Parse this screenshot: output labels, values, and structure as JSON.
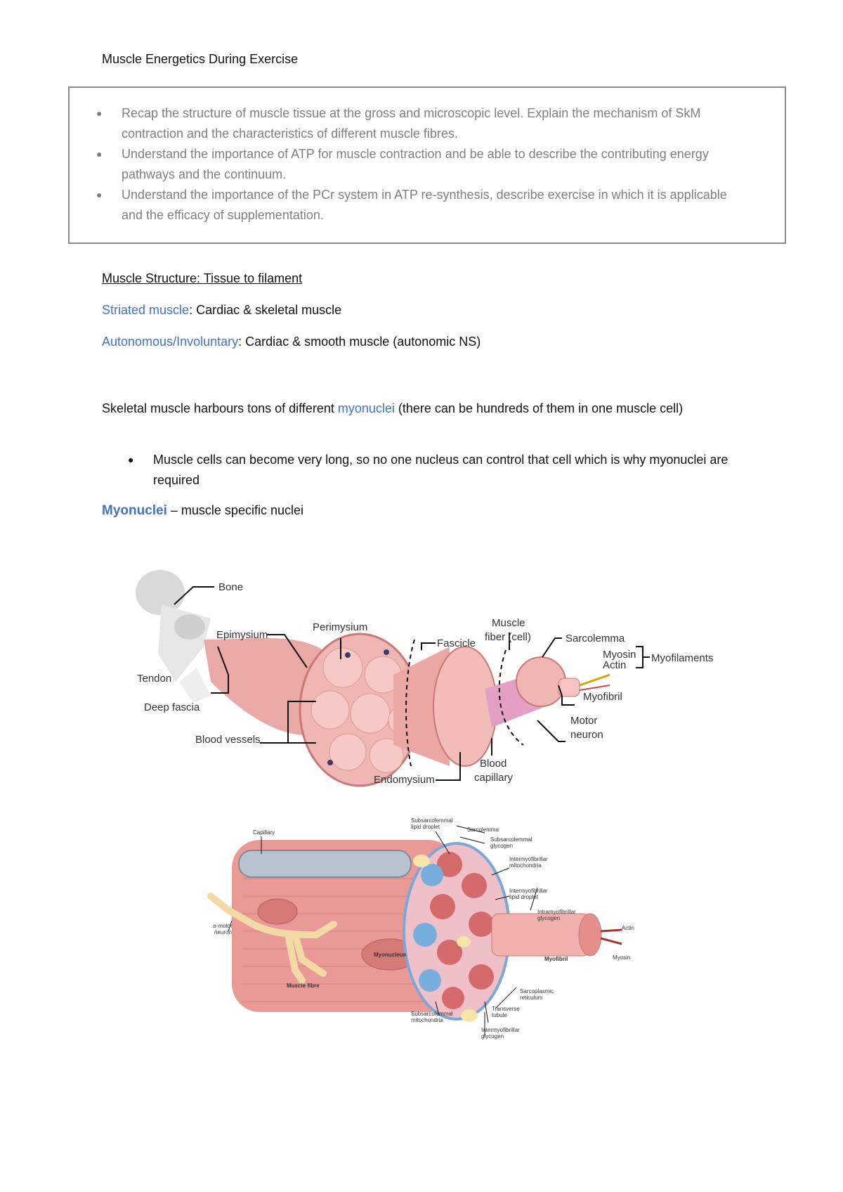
{
  "title": "Muscle Energetics During Exercise",
  "objectives": [
    "Recap the structure of muscle tissue at the gross and microscopic level. Explain the mechanism of SkM contraction and the characteristics of different muscle fibres.",
    "Understand the importance of ATP for muscle contraction and be able to describe the contributing energy pathways and the continuum.",
    "Understand the importance of the PCr system in ATP re-synthesis, describe exercise in which it is applicable and the efficacy of supplementation."
  ],
  "section_heading": "Muscle Structure: Tissue to filament ",
  "striated": {
    "term": "Striated muscle",
    "text": ": Cardiac & skeletal muscle"
  },
  "autonomous": {
    "term": "Autonomous/Involuntary",
    "text": ": Cardiac & smooth muscle (autonomic NS)"
  },
  "skeletal": {
    "before": "Skeletal muscle harbours tons of different ",
    "term": "myonuclei",
    "after": " (there can be hundreds of them in one muscle cell)"
  },
  "bullet_note": "Muscle cells can become very long, so no one nucleus can control that cell which is why myonuclei are required",
  "myonuclei_def": {
    "term": "Myonuclei",
    "text": " – muscle specific nuclei"
  },
  "figure1_labels": {
    "bone": "Bone",
    "epimysium": "Epimysium",
    "perimysium": "Perimysium",
    "fascicle": "Fascicle",
    "muscle_fiber_1": "Muscle",
    "muscle_fiber_2": "fiber (cell)",
    "sarcolemma": "Sarcolemma",
    "myosin": "Myosin",
    "actin": "Actin",
    "myofilaments": "Myofilaments",
    "myofibril": "Myofibril",
    "tendon": "Tendon",
    "deep_fascia": "Deep fascia",
    "blood_vessels": "Blood vessels",
    "endomysium": "Endomysium",
    "blood_capillary_1": "Blood",
    "blood_capillary_2": "capillary",
    "motor_neuron_1": "Motor",
    "motor_neuron_2": "neuron"
  },
  "figure2_labels": {
    "capillary": "Capillary",
    "subsarcolemmal_lipid_1": "Subsarcolemmal",
    "subsarcolemmal_lipid_2": "lipid droplet",
    "sarcolemma": "Sarcolemma",
    "subsarcolemmal_glycogen_1": "Subsarcolemmal",
    "subsarcolemmal_glycogen_2": "glycogen",
    "intermyofibrillar_mito_1": "Intermyofibrillar",
    "intermyofibrillar_mito_2": "mitochondria",
    "intermyofibrillar_lipid_1": "Intermyofibrillar",
    "intermyofibrillar_lipid_2": "lipid droplet",
    "intramyofibrillar_glycogen_1": "Intramyofibrillar",
    "intramyofibrillar_glycogen_2": "glycogen",
    "actin": "Actin",
    "myosin": "Myosin",
    "myofibril": "Myofibril",
    "alpha_motor_1": "α-motor",
    "alpha_motor_2": "neuron",
    "myonucleus": "Myonucleus",
    "muscle_fibre": "Muscle fibre",
    "subsarcolemmal_mito_1": "Subsarcolemmal",
    "subsarcolemmal_mito_2": "mitochondria",
    "transverse_tubule_1": "Transverse",
    "transverse_tubule_2": "tubule",
    "sarcoplasmic_1": "Sarcoplasmic",
    "sarcoplasmic_2": "reticulum",
    "intermyofibrillar_glycogen_1": "Intermyofibrillar",
    "intermyofibrillar_glycogen_2": "glycogen"
  },
  "colors": {
    "accent": "#4472c4",
    "muscle": "#e8a0a0",
    "muscle_dark": "#c46a6a"
  }
}
